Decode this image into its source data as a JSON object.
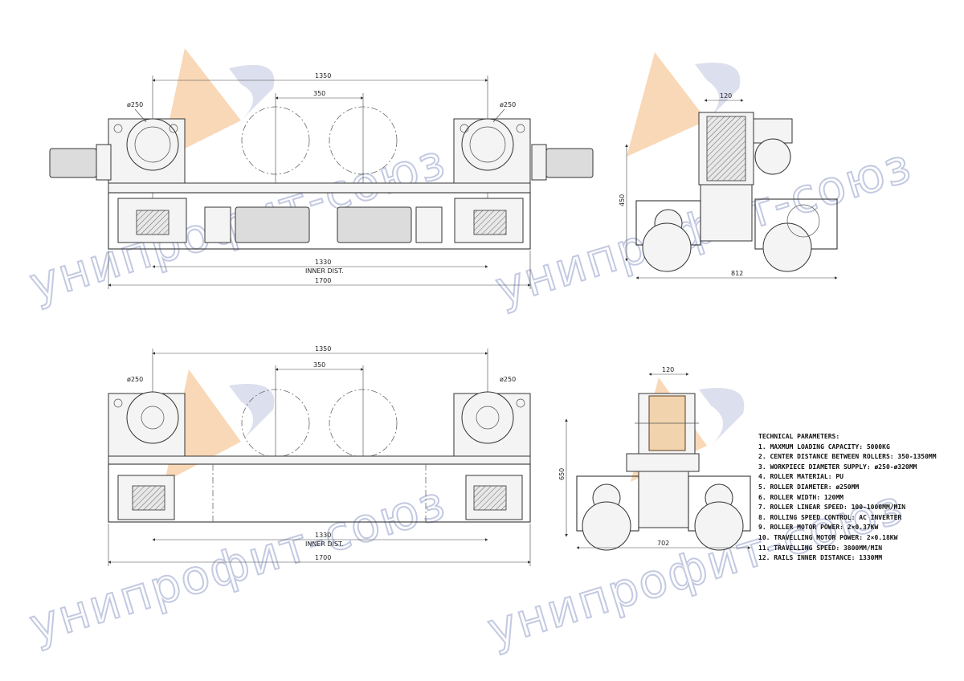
{
  "dimensions": {
    "top_left": {
      "span_top": "1350",
      "span_mid": "350",
      "roller_left": "ø250",
      "roller_right": "ø250",
      "inner": "1330",
      "inner_label": "INNER DIST.",
      "overall": "1700"
    },
    "top_right": {
      "width_top": "120",
      "height": "450",
      "bottom": "812"
    },
    "bottom_left": {
      "span_top": "1350",
      "span_mid": "350",
      "roller_left": "ø250",
      "roller_right": "ø250",
      "inner": "1330",
      "inner_label": "INNER DIST.",
      "overall": "1700"
    },
    "bottom_right": {
      "width_top": "120",
      "height": "650",
      "bottom": "702"
    }
  },
  "technical": {
    "heading": "TECHNICAL PARAMETERS:",
    "items": [
      "1. MAXMUM LOADING CAPACITY: 5000KG",
      "2. CENTER DISTANCE BETWEEN ROLLERS: 350-1350MM",
      "3. WORKPIECE DIAMETER SUPPLY: ø250-ø320MM",
      "4. ROLLER MATERIAL: PU",
      "5. ROLLER DIAMETER: ø250MM",
      "6. ROLLER WIDTH: 120MM",
      "7. ROLLER LINEAR SPEED: 100-1000MM/MIN",
      "8. ROLLING SPEED CONTROL: AC INVERTER",
      "9. ROLLER MOTOR POWER: 2×0.37KW",
      "10. TRAVELLING MOTOR POWER: 2×0.18KW",
      "11. TRAVELLING SPEED: 3800MM/MIN",
      "12. RAILS INNER DISTANCE: 1330MM"
    ]
  },
  "watermark": {
    "words": [
      "унипрофит-союз",
      "унипрофит-союз"
    ],
    "colors": {
      "triangle": "#f6c28c",
      "swoosh": "#b9c0dc"
    }
  }
}
